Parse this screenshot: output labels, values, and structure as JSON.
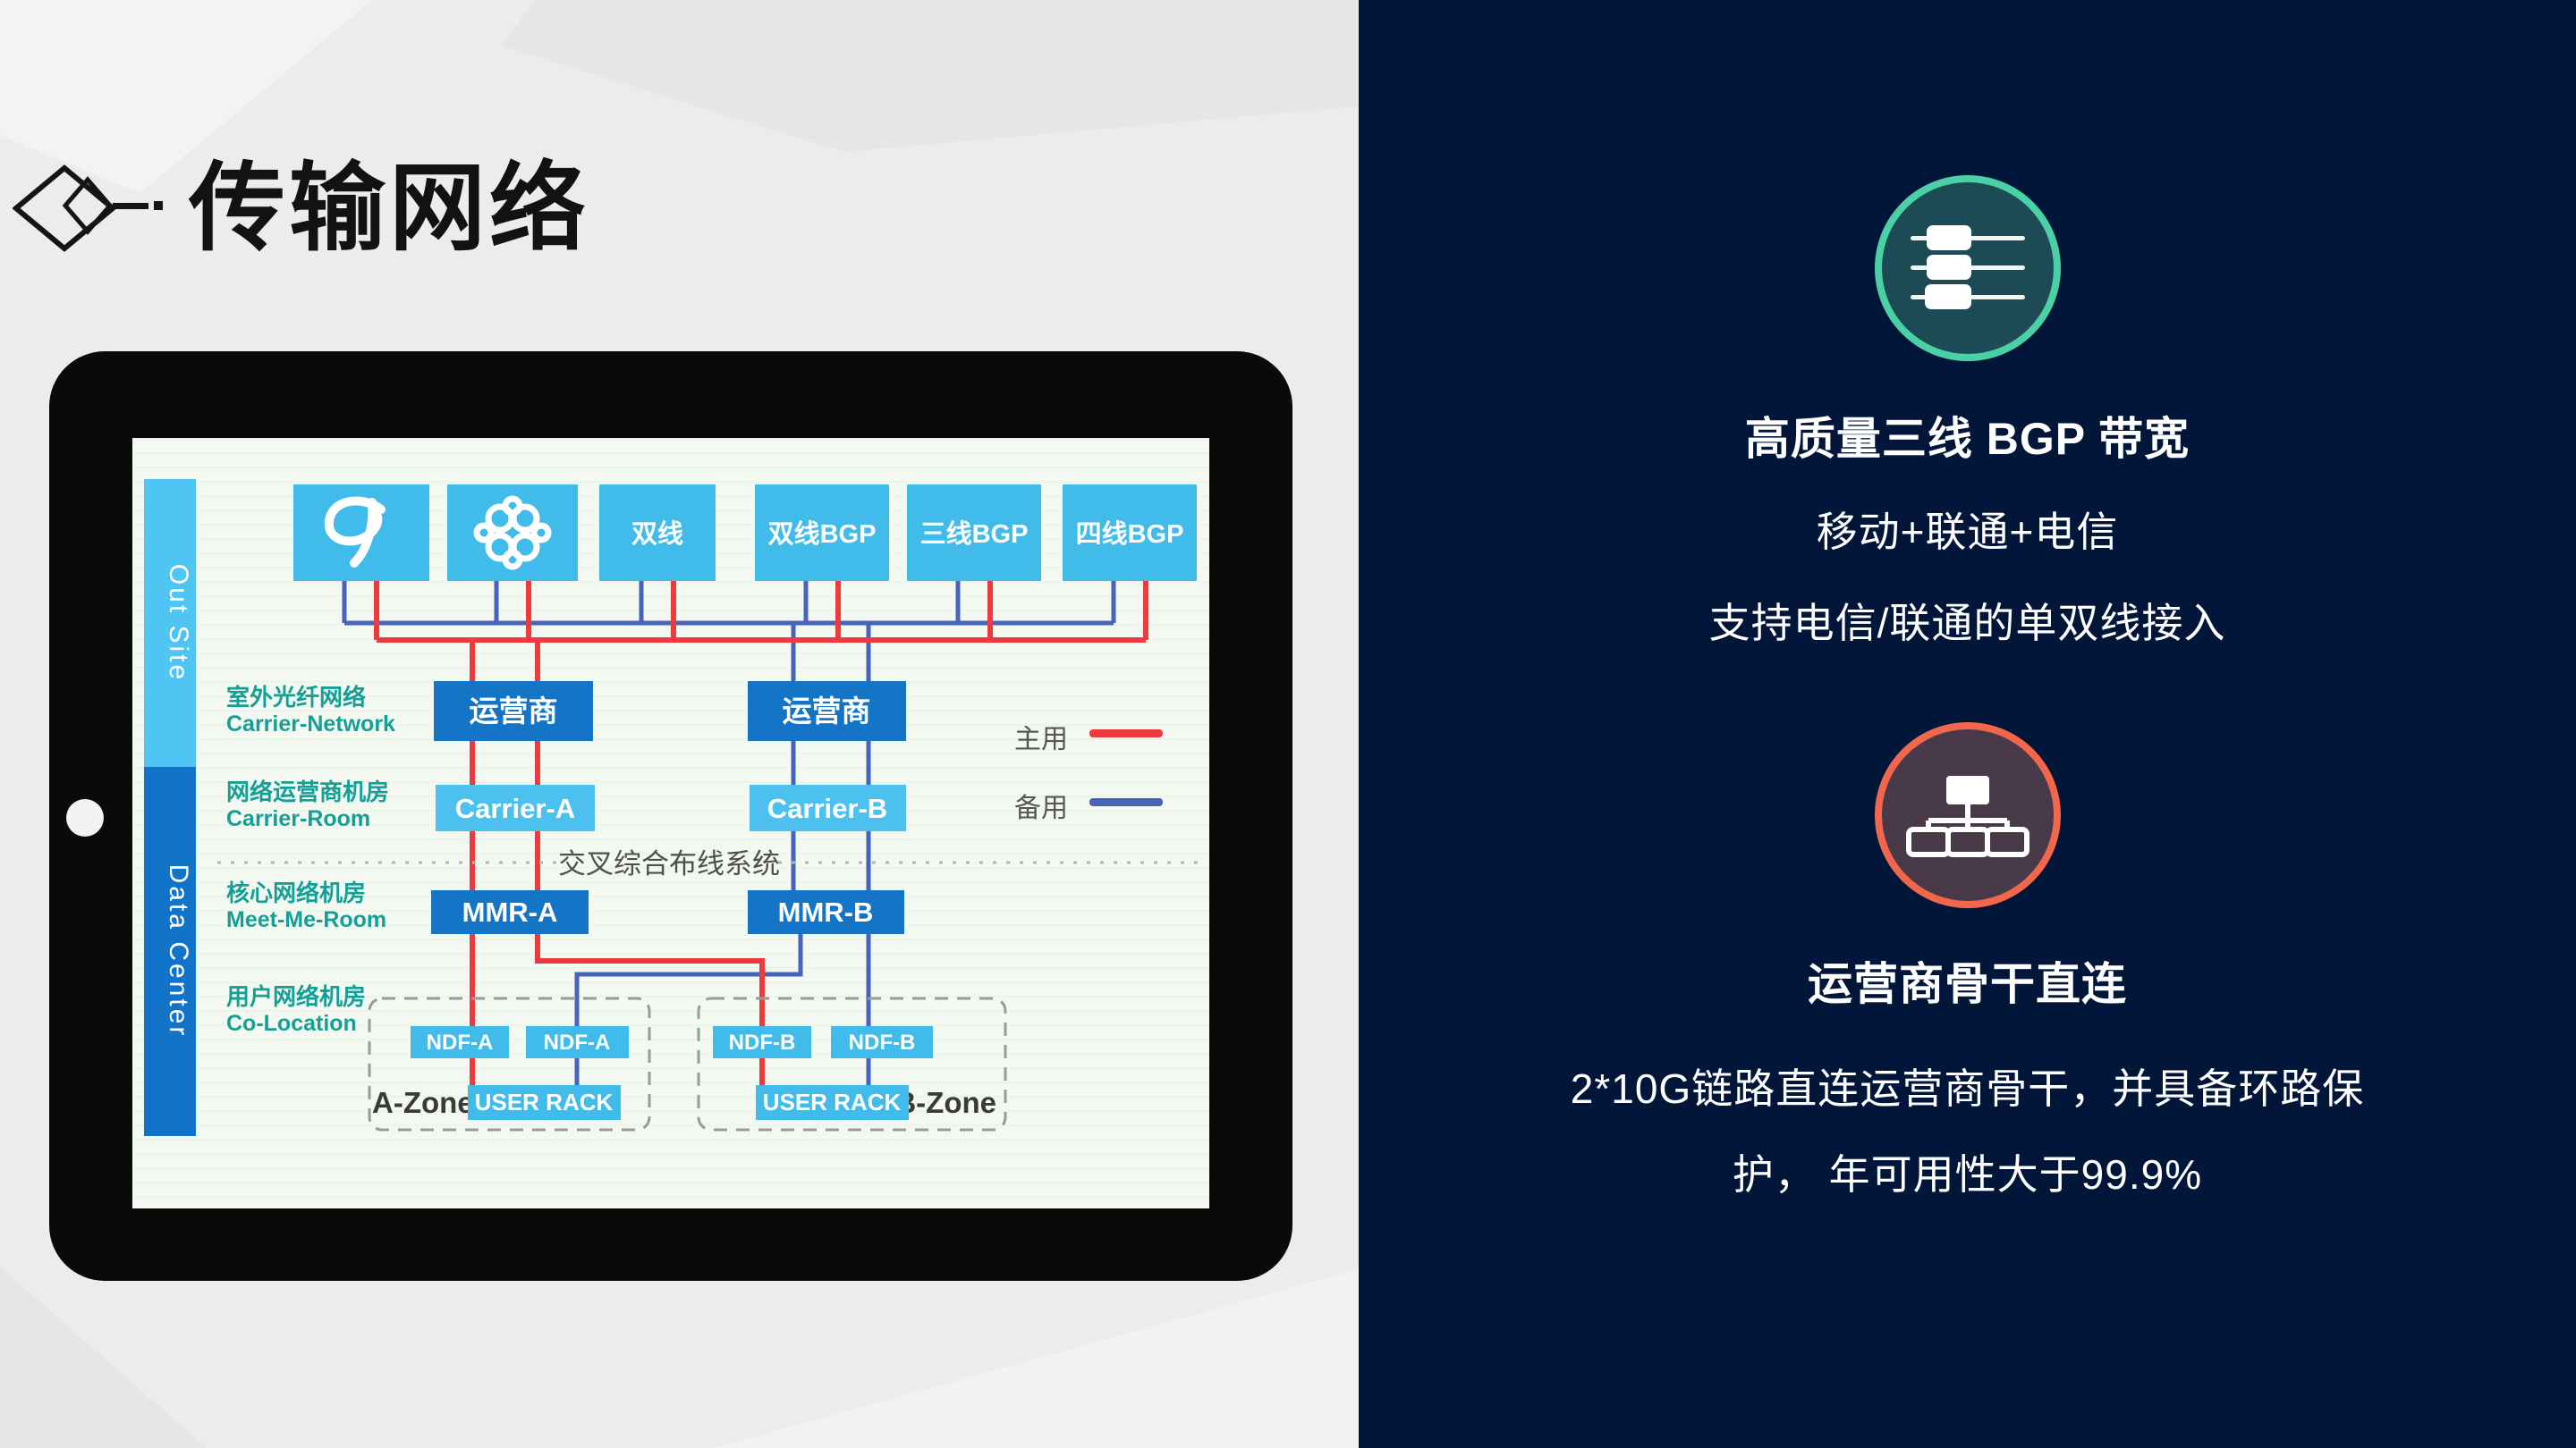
{
  "header": {
    "title": "传输网络"
  },
  "tablet": {
    "sidebar": {
      "out_site": "Out Site",
      "data_center": "Data Center"
    },
    "top_row": {
      "b3": "双线",
      "b4": "双线BGP",
      "b5": "三线BGP",
      "b6": "四线BGP"
    },
    "row_labels": [
      {
        "zh": "室外光纤网络",
        "en": "Carrier-Network"
      },
      {
        "zh": "网络运营商机房",
        "en": "Carrier-Room"
      },
      {
        "zh": "核心网络机房",
        "en": "Meet-Me-Room"
      },
      {
        "zh": "用户网络机房",
        "en": "Co-Location"
      }
    ],
    "nodes": {
      "carrier_cn": "运营商",
      "carrier_a": "Carrier-A",
      "carrier_b": "Carrier-B",
      "mmr_a": "MMR-A",
      "mmr_b": "MMR-B",
      "ndf_a": "NDF-A",
      "ndf_b": "NDF-B",
      "user_rack": "USER RACK",
      "zone_a": "A-Zone",
      "zone_b": "B-Zone"
    },
    "crossbar_label": "交叉综合布线系统",
    "legend": {
      "primary": "主用",
      "backup": "备用",
      "primary_color": "#ee3a3f",
      "backup_color": "#4863bb"
    }
  },
  "panel": {
    "bg_color": "#02163a",
    "features": [
      {
        "icon": "sliders-icon",
        "ring_color": "#4bcfa5",
        "title": "高质量三线 BGP 带宽",
        "lines": [
          "移动+联通+电信",
          "支持电信/联通的单双线接入"
        ]
      },
      {
        "icon": "org-chart-icon",
        "ring_color": "#f2674b",
        "title": "运营商骨干直连",
        "lines": [
          "2*10G链路直连运营商骨干，并具备环路保",
          "护， 年可用性大于99.9%"
        ]
      }
    ]
  }
}
